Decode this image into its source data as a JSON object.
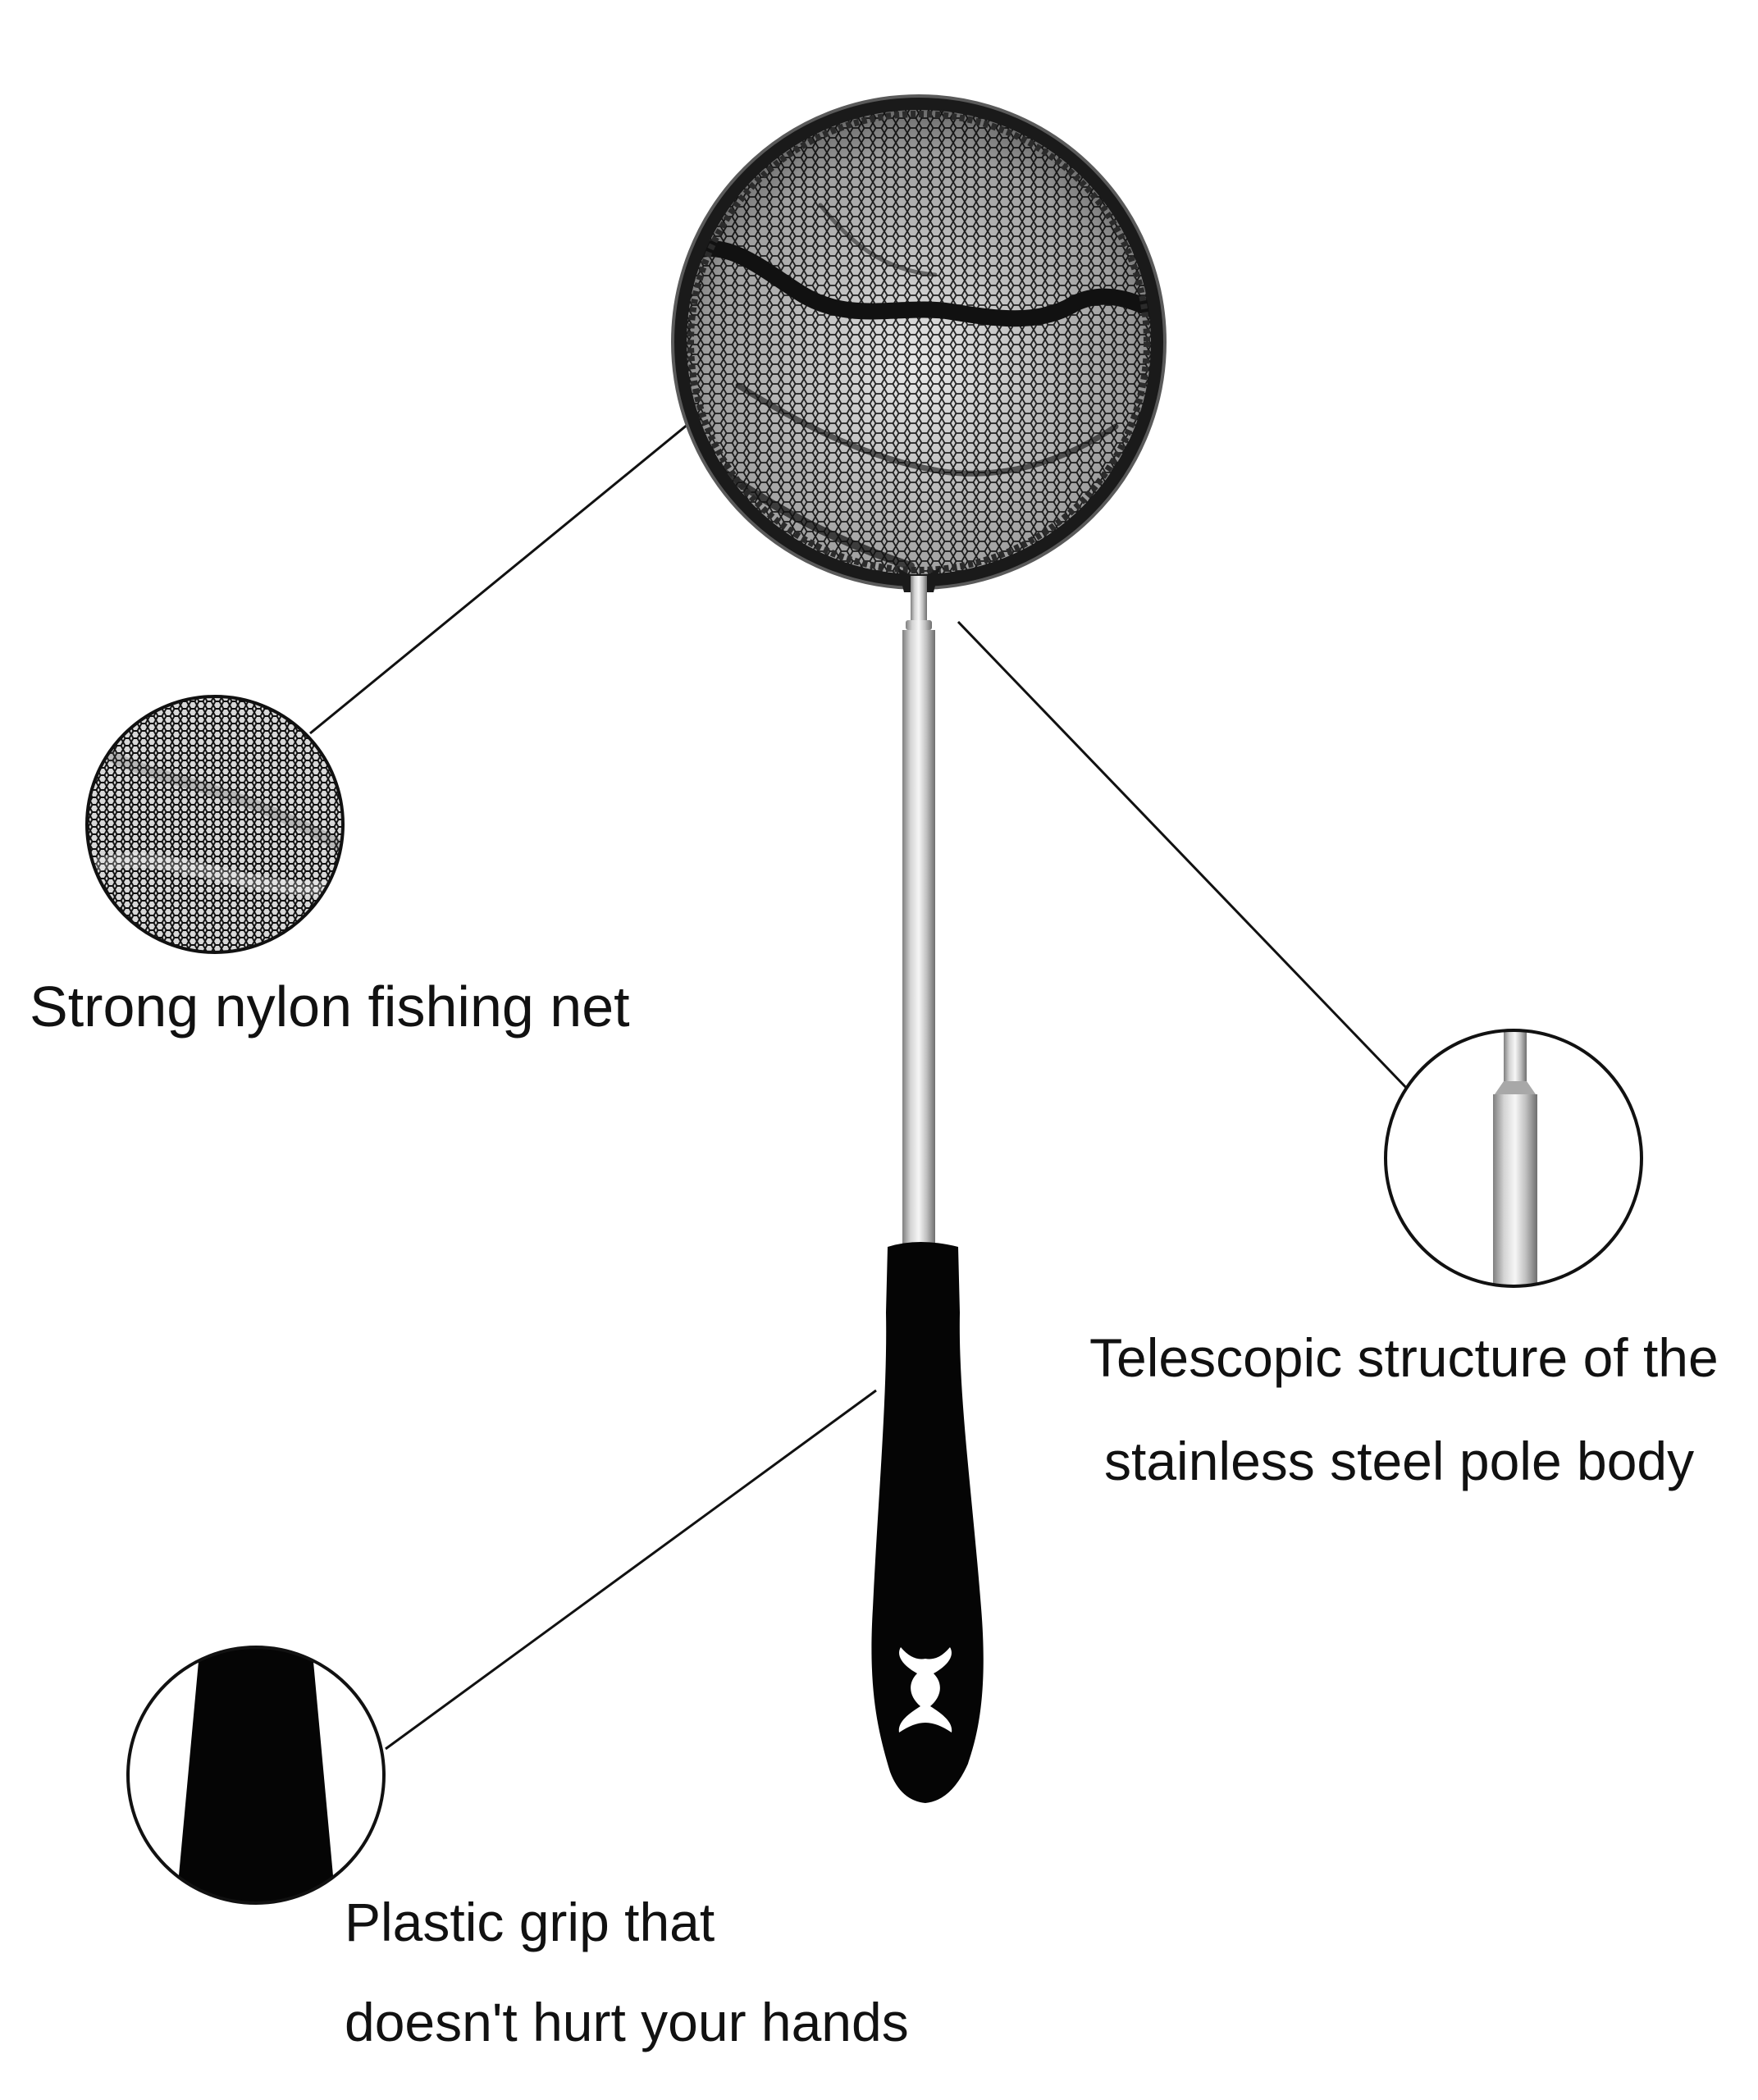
{
  "colors": {
    "background": "#ffffff",
    "text": "#111111",
    "callout_line": "#111111",
    "net_mesh": "#2a2a2a",
    "net_rim": "#1a1a1a",
    "steel_light": "#e9e9e9",
    "steel_dark": "#8e8e8e",
    "grip": "#050505",
    "logo": "#ffffff"
  },
  "icons": {
    "product": "fishing-net-illustration",
    "net_detail": "mesh-detail-icon",
    "pole_detail": "telescopic-pole-detail-icon",
    "grip_detail": "grip-detail-icon",
    "logo": "fish-logo-icon"
  },
  "callouts": {
    "net": {
      "label": "Strong nylon fishing net"
    },
    "pole": {
      "line1": "Telescopic structure of the",
      "line2": "stainless steel pole body"
    },
    "grip": {
      "line1": "Plastic grip that",
      "line2": "doesn't hurt your hands"
    }
  }
}
